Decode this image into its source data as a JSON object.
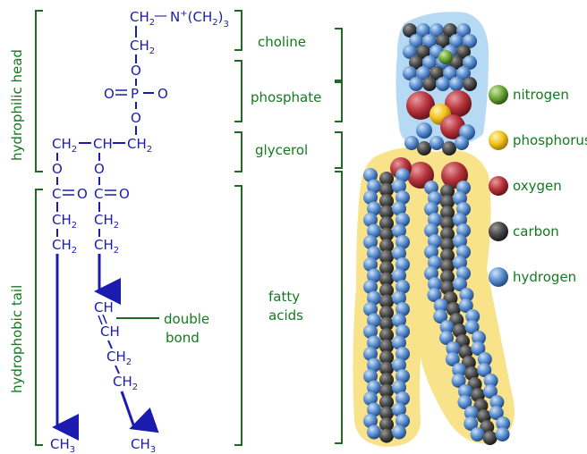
{
  "side_labels": {
    "head": "hydrophilic head",
    "tail": "hydrophobic tail"
  },
  "formula": {
    "choline_top": "CH",
    "choline_top_sub": "2",
    "choline_bond": "—",
    "nitrogen_group": "N",
    "nitrogen_charge": "+",
    "nitrogen_paren": "(CH",
    "nitrogen_paren_sub": "2",
    "nitrogen_close": ")",
    "nitrogen_close_sub": "3",
    "choline_second": "CH",
    "choline_second_sub": "2",
    "o1": "O",
    "phosphate_left_o": "O",
    "phosphate_p": "P",
    "phosphate_right_o": "O",
    "o2": "O",
    "glycerol_left": "CH",
    "glycerol_left_sub": "2",
    "glycerol_mid": "CH",
    "glycerol_right": "CH",
    "glycerol_right_sub": "2",
    "ester_o_left": "O",
    "ester_o_right": "O",
    "carbonyl_c_left": "C",
    "carbonyl_o_left": "O",
    "carbonyl_c_right": "C",
    "carbonyl_o_right": "O",
    "chain_ch2": "CH",
    "chain_ch2_sub": "2",
    "double_ch": "CH",
    "terminal": "CH",
    "terminal_sub": "3"
  },
  "region_labels": {
    "choline": "choline",
    "phosphate": "phosphate",
    "glycerol": "glycerol",
    "fatty_acids_1": "fatty",
    "fatty_acids_2": "acids",
    "double_bond_1": "double",
    "double_bond_2": "bond"
  },
  "legend": [
    {
      "label": "nitrogen",
      "color": "#6fa83c"
    },
    {
      "label": "phosphorus",
      "color": "#f2c420"
    },
    {
      "label": "oxygen",
      "color": "#b8353d"
    },
    {
      "label": "carbon",
      "color": "#4a4a4a"
    },
    {
      "label": "hydrogen",
      "color": "#5b8fd0"
    }
  ],
  "colors": {
    "formula": "#1b1bb0",
    "labels": "#137a1e",
    "bracket": "#1e6a23",
    "tail_glow": "#f7e07e",
    "head_glow": "#a9d3f2"
  }
}
